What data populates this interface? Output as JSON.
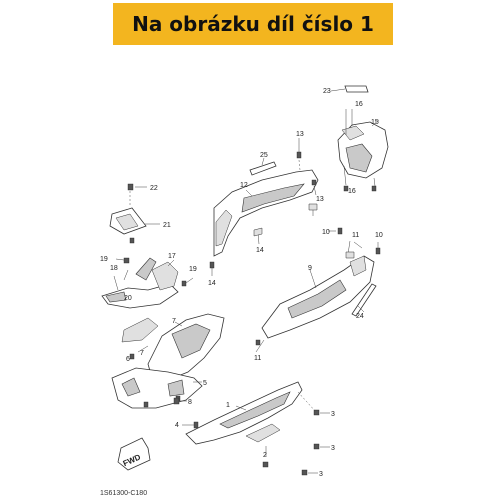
{
  "header": {
    "title": "Na obrázku díl číslo 1"
  },
  "diagram": {
    "code": "1S61300-C180",
    "fwd_label": "FWD",
    "callouts": [
      "1",
      "2",
      "3",
      "3",
      "3",
      "4",
      "5",
      "6",
      "7",
      "7",
      "8",
      "9",
      "10",
      "10",
      "11",
      "11",
      "12",
      "13",
      "13",
      "14",
      "14",
      "15",
      "16",
      "16",
      "17",
      "18",
      "19",
      "19",
      "20",
      "21",
      "22",
      "23",
      "24",
      "25"
    ]
  }
}
